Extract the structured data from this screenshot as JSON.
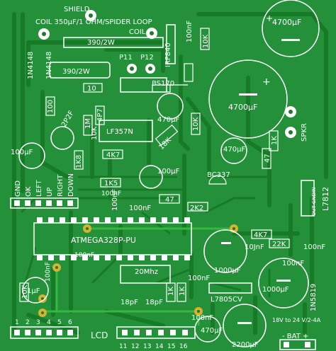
{
  "board": {
    "labels": {
      "shield": "SHIELD",
      "coil_spec": "COIL 350μF/1 OHM/SPIDER LOOP",
      "coil": "COIL",
      "r390_top": "390/2W",
      "r390_mid": "390/2W",
      "d1n4148_a": "1N4148",
      "d1n4148_b": "1N4148",
      "p11": "P11",
      "p12": "P12",
      "irf840": "IRF840",
      "c100nf_top": "100nF",
      "r10k_top": "10K",
      "cap4700_top": "4700μF",
      "r10": "10",
      "bs170": "BS170",
      "r100": "100",
      "r4p7": "4P7",
      "cap4700_mid": "4700μF",
      "r2p2f": "2P2F",
      "r1m": "1M",
      "r10k_lf": "10K",
      "lf357n": "LF357N",
      "c470uf_a": "470μF",
      "r10k_b": "10K",
      "spkr": "SPKR",
      "c100uf_left": "100μF",
      "r18k": "18K",
      "r1k_a": "1K",
      "c470uf_b": "470μF",
      "r47": "47",
      "r1k8": "1K8",
      "r4k7_a": "4K7",
      "bc337": "BC337",
      "r1k5": "1K5",
      "c100uf_mid": "100μF",
      "l7812": "L7812",
      "l7812_pins": [
        "IN",
        "GND",
        "OUT"
      ],
      "btn_gnd": "GND",
      "btn_ok": "OK",
      "btn_left": "LEFT",
      "btn_up": "UP",
      "btn_right": "RIGHT",
      "btn_down": "DOWN",
      "c100nf_a": "100nF",
      "c100nf_b": "100nF",
      "r47_b": "47",
      "c100nf_c": "100nF",
      "r2k2": "2K2",
      "atmega": "ATMEGA328P-PU",
      "r4k7_b": "4K7",
      "c10jnf": "10JnF",
      "r22k": "22K",
      "c100nf_d": "100nF",
      "c1000uf_a": "1000μF",
      "c100nf_e": "100nF",
      "c100nf_f": "100nF",
      "xtal": "20Mhz",
      "c100nf_g": "100nF",
      "c1000uf_b": "1000μF",
      "r10k_c": "10K",
      "c1uf": "1μF",
      "c18pf_a": "18pF",
      "c18pf_b": "18pF",
      "r1k_b": "1K",
      "r1k_c": "1K",
      "l7805cv": "L7805CV",
      "d1n5819": "1N5819",
      "c100nf_h": "100nF",
      "c470uf_c": "470μF",
      "lcd": "LCD",
      "lcd_pins_left": [
        "1",
        "2",
        "3",
        "4",
        "5",
        "6"
      ],
      "lcd_pins_right": [
        "11",
        "12",
        "13",
        "14",
        "15",
        "16"
      ],
      "c2200uf": "2200μF",
      "bat_spec": "18V to 24 V/2-4A",
      "bat": "- BAT +",
      "plus": "+"
    }
  }
}
